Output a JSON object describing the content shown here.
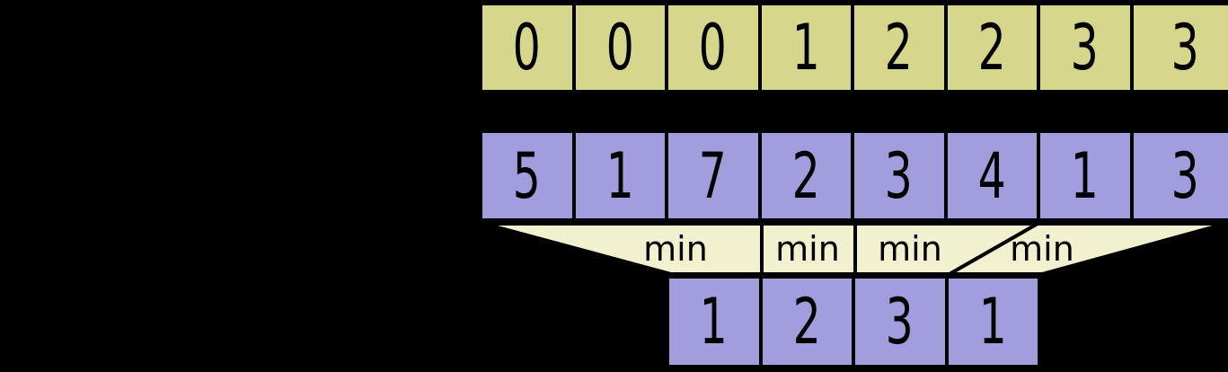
{
  "colors": {
    "background": "#000000",
    "block_fill": "#d6d68c",
    "array_fill": "#a29ddd",
    "funnel_fill": "#f1f1d0",
    "border": "#000000",
    "text": "#000000"
  },
  "block_index_row": {
    "cells": [
      "0",
      "0",
      "0",
      "1",
      "2",
      "2",
      "3",
      "3"
    ]
  },
  "array_row": {
    "cells": [
      "5",
      "1",
      "7",
      "2",
      "3",
      "4",
      "1",
      "3"
    ]
  },
  "min_funnels": {
    "labels": [
      "min",
      "min",
      "min",
      "min"
    ]
  },
  "result_row": {
    "cells": [
      "1",
      "2",
      "3",
      "1"
    ]
  }
}
